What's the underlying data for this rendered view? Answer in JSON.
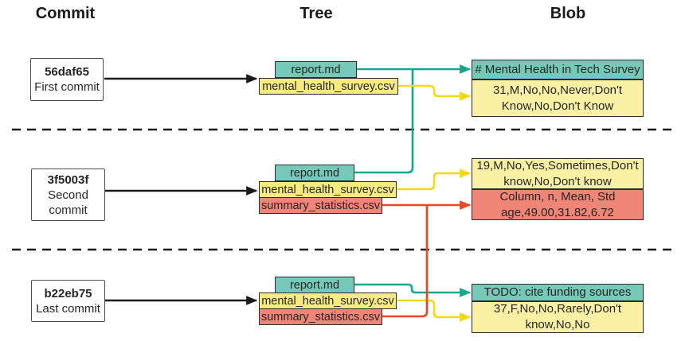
{
  "headers": [
    "Commit",
    "Tree",
    "Blob"
  ],
  "rows": [
    {
      "commit": {
        "hash": "56daf65",
        "label": "First commit"
      },
      "tree": {
        "files": [
          {
            "name": "report.md",
            "type": "markdown"
          },
          {
            "name": "mental_health_survey.csv",
            "type": "data"
          }
        ]
      },
      "blobs": [
        {
          "content": "# Mental Health in Tech Survey",
          "type": "markdown"
        },
        {
          "content": "31,M,No,No,Never,Don't Know,No,Don't Know",
          "type": "data"
        }
      ]
    },
    {
      "commit": {
        "hash": "3f5003f",
        "label": "Second commit"
      },
      "tree": {
        "files": [
          {
            "name": "report.md",
            "type": "markdown"
          },
          {
            "name": "mental_health_survey.csv",
            "type": "data"
          },
          {
            "name": "summary_statistics.csv",
            "type": "stats"
          }
        ]
      },
      "blobs": [
        {
          "content": "19,M,No,Yes,Sometimes,Don't know,No,Don't know",
          "type": "data"
        },
        {
          "content": "Column, n, Mean, Std age,49.00,31.82,6.72",
          "type": "stats"
        }
      ]
    },
    {
      "commit": {
        "hash": "b22eb75",
        "label": "Last commit"
      },
      "tree": {
        "files": [
          {
            "name": "report.md",
            "type": "markdown"
          },
          {
            "name": "mental_health_survey.csv",
            "type": "data"
          },
          {
            "name": "summary_statistics.csv",
            "type": "stats"
          }
        ]
      },
      "blobs": [
        {
          "content": "TODO: cite funding sources",
          "type": "markdown"
        },
        {
          "content": "37,F,No,No,Rarely,Don't know,No,No",
          "type": "data"
        }
      ]
    }
  ],
  "colors": {
    "markdown_box": "#76c9b6",
    "data_box_tree": "#f7eb80",
    "data_box_blob": "#f9f0a3",
    "stats_box": "#ee8576",
    "markdown_arrow": "#16a68a",
    "data_arrow": "#f3d914",
    "stats_arrow": "#ef4524",
    "commit_arrow": "#1a1a1a"
  }
}
